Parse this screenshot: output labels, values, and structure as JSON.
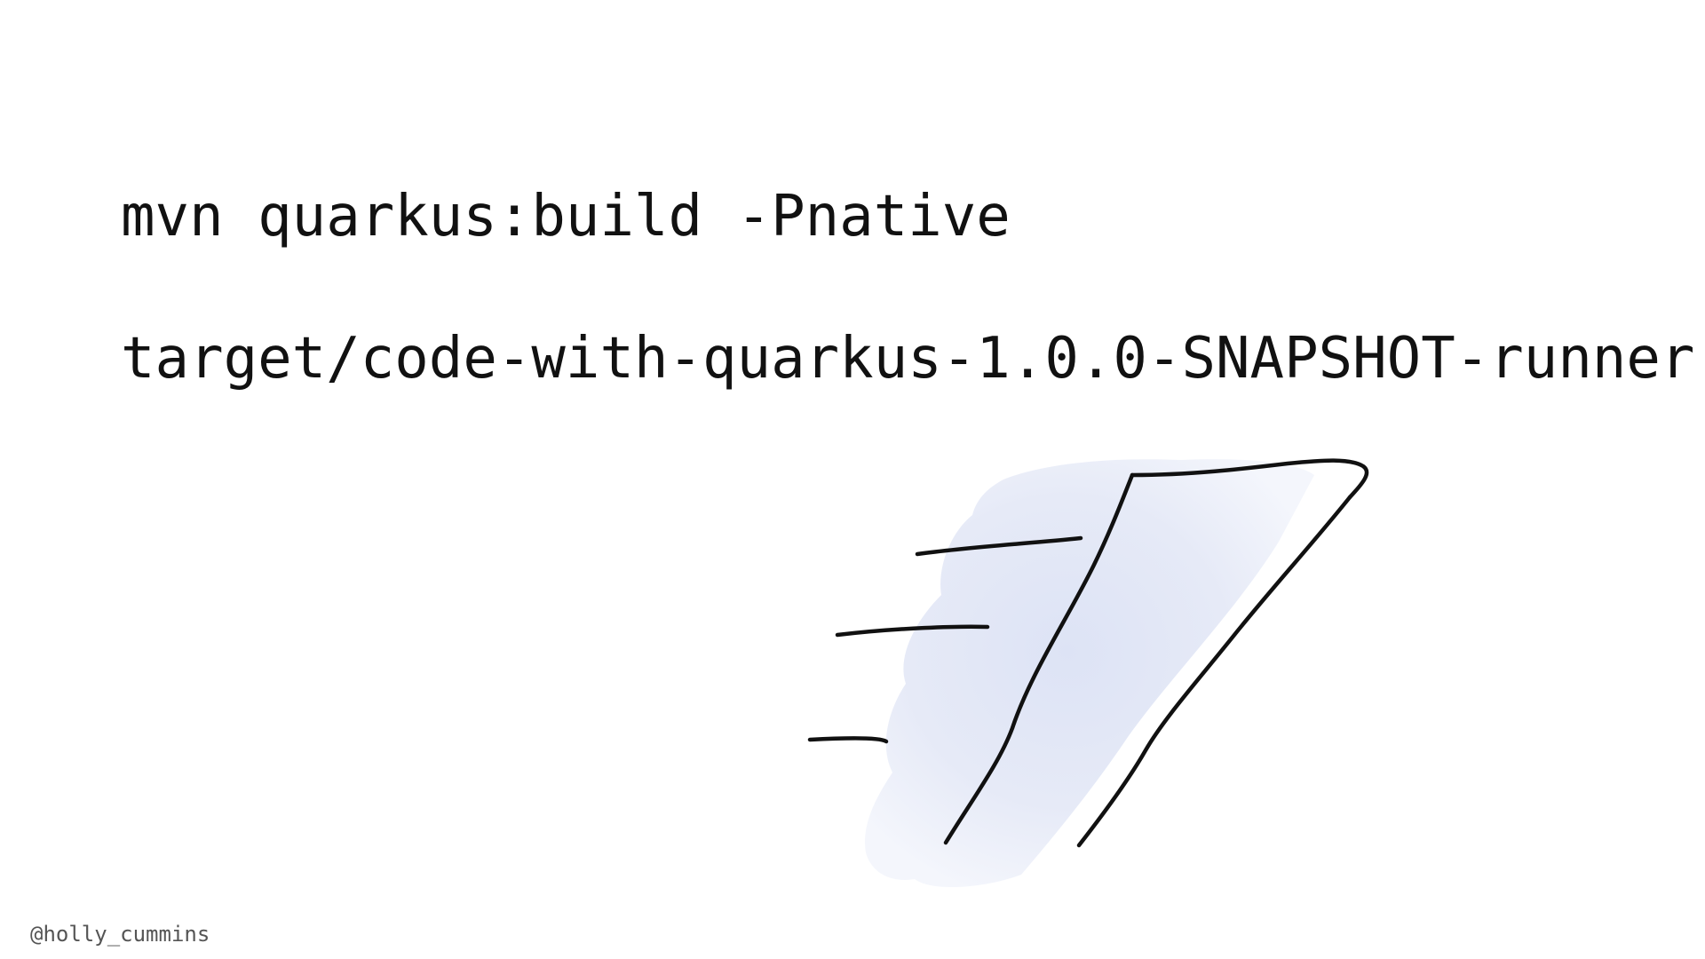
{
  "slide": {
    "command_build": "mvn quarkus:build -Pnative",
    "command_run": "target/code-with-quarkus-1.0.0-SNAPSHOT-runner",
    "author_handle": "@holly_cummins"
  },
  "illustration": {
    "subject": "speeding-sail-icon",
    "fill_color": "#e3e8f6",
    "stroke_color": "#111111"
  }
}
